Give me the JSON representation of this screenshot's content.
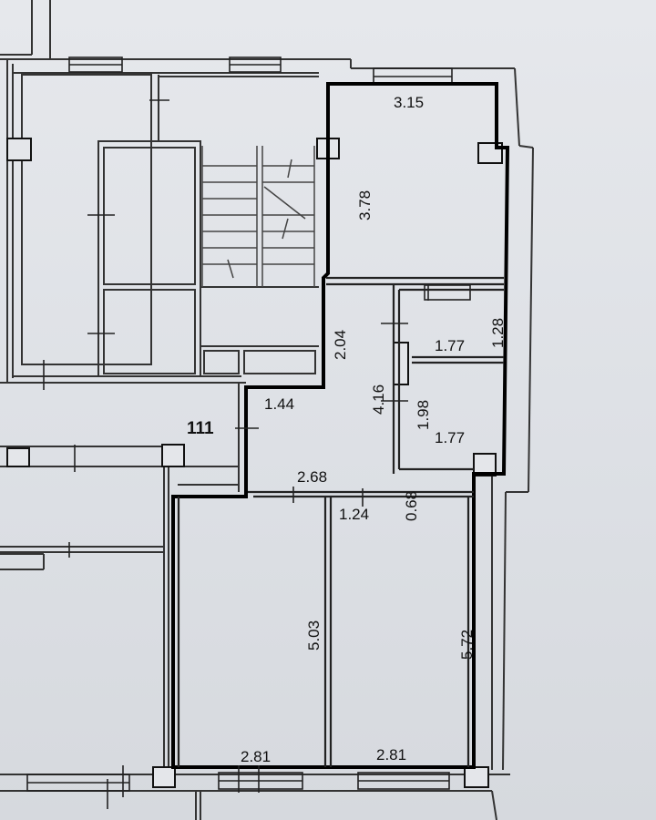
{
  "plan": {
    "apartment_number": "111",
    "dimensions": {
      "top_room_width": "3.15",
      "top_room_depth": "3.78",
      "hall_depth": "2.04",
      "hall_width": "1.44",
      "hall_long": "4.16",
      "hall_bottom_width": "2.68",
      "bath_depth": "1.28",
      "bath_width": "1.77",
      "wc_depth": "1.98",
      "wc_width": "1.77",
      "loggia_stub": "1.24",
      "wall_gap": "0.68",
      "left_room_depth": "5.03",
      "right_room_depth": "5.72",
      "left_room_width": "2.81",
      "right_room_width": "2.81"
    }
  }
}
